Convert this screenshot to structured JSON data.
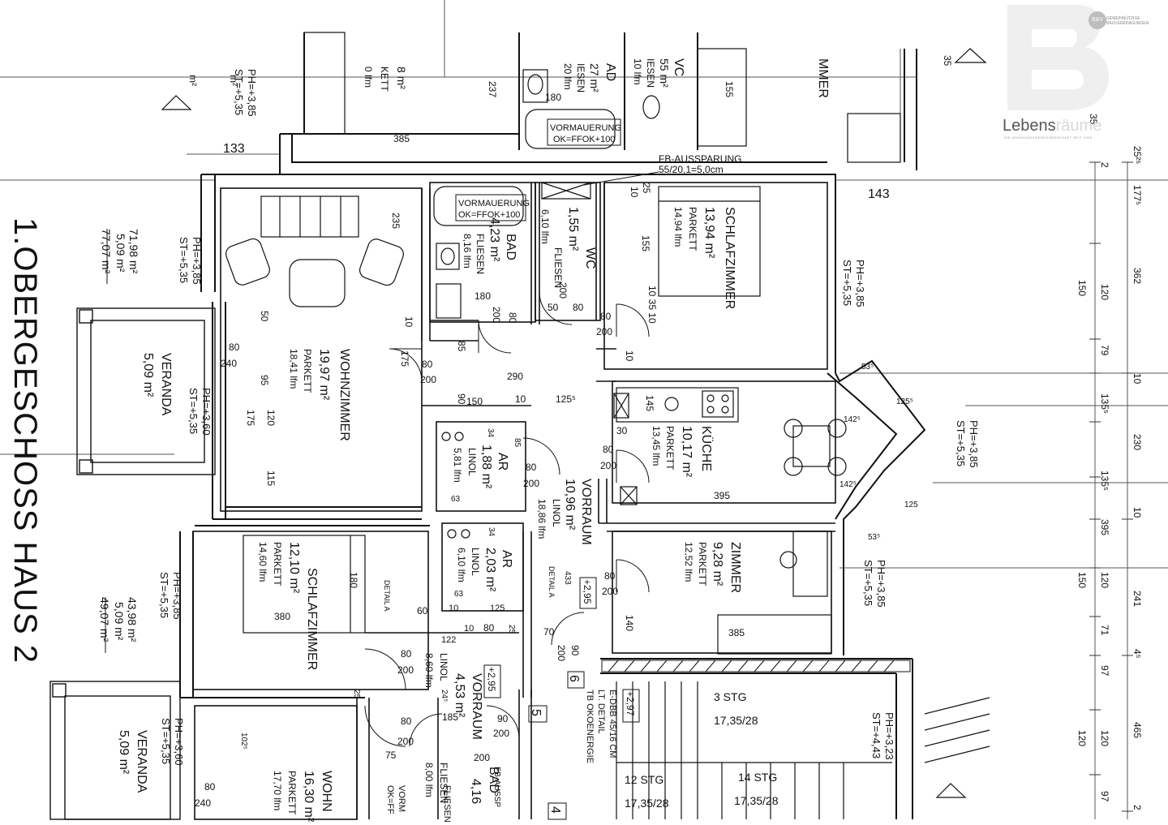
{
  "sheet": {
    "title": "1.OBERGESCHOSS HAUS 2",
    "logo": {
      "name_a": "Lebens",
      "name_b": "räume",
      "tagline": "DIE WOHNUNGSGENOSSENSCHAFT SEIT 1909",
      "org_line1": "GEMEINNÜTZIGE",
      "org_line2": "BAUVEREINIGUNGEN",
      "amp": "B&V"
    }
  },
  "rooms": [
    {
      "id": "wohnzimmer",
      "name": "WOHNZIMMER",
      "area": "19,97 m²",
      "floor": "PARKETT",
      "lfm": "18,41 lfm"
    },
    {
      "id": "schlafzimmer-top",
      "name": "SCHLAFZIMMER",
      "area": "13,94 m²",
      "floor": "PARKETT",
      "lfm": "14,94 lfm"
    },
    {
      "id": "bad-top",
      "name": "BAD",
      "area": "4,23 m²",
      "floor": "FLIESEN",
      "lfm": "8,16 lfm"
    },
    {
      "id": "wc",
      "name": "WC",
      "area": "1,55 m²",
      "floor": "FLIESEN",
      "lfm": "6,10 lfm"
    },
    {
      "id": "kueche",
      "name": "KÜCHE",
      "area": "10,17 m²",
      "floor": "PARKETT",
      "lfm": "13,45 lfm"
    },
    {
      "id": "ar-top",
      "name": "AR",
      "area": "1,88 m²",
      "floor": "LINOL",
      "lfm": "5,81 lfm"
    },
    {
      "id": "vorraum",
      "name": "VORRAUM",
      "area": "10,96 m²",
      "floor": "LINOL",
      "lfm": "18,86 lfm"
    },
    {
      "id": "zimmer",
      "name": "ZIMMER",
      "area": "9,28 m²",
      "floor": "PARKETT",
      "lfm": "12,52 lfm"
    },
    {
      "id": "schlafzimmer-bottom",
      "name": "SCHLAFZIMMER",
      "area": "12,10 m²",
      "floor": "PARKETT",
      "lfm": "14,60 lfm"
    },
    {
      "id": "ar-bottom",
      "name": "AR",
      "area": "2,03 m²",
      "floor": "LINOL",
      "lfm": "6,10 lfm"
    },
    {
      "id": "vorraum-bottom",
      "name": "VORRAUM",
      "area": "4,53 m²",
      "floor": "LINOL",
      "lfm": "8,60 lfm"
    },
    {
      "id": "veranda-top",
      "name": "VERANDA",
      "area": "5,09 m²"
    },
    {
      "id": "veranda-bottom",
      "name": "VERANDA",
      "area": "5,09 m²"
    },
    {
      "id": "wohn-bottom",
      "name": "WOHN",
      "area": "16,30 m²",
      "floor": "PARKETT",
      "lfm": "17,70 lfm"
    },
    {
      "id": "bad-bottom",
      "name": "BAD",
      "area": "4,16",
      "floor": "FLIESEN",
      "lfm": "8,00 lfm"
    }
  ],
  "top_partial": {
    "zimmer_area": "8 m²",
    "parkett": "KETT",
    "lfm": "0 lfm",
    "ad": "AD",
    "ad_area": "27 m²",
    "fliesen": "IESEN",
    "fliesen_lfm": "20 lfm",
    "wc": "VC",
    "wc_area": "55 m²",
    "wc_fliesen": "IESEN",
    "wc_lfm": "10 lfm",
    "mmer": "MMER",
    "m2": "m²"
  },
  "notes": {
    "vormauerung": "VORMAUERUNG",
    "vormauerung_ok": "OK=FFOK+100",
    "fb_aussparung": "FB-AUSSPARUNG",
    "fb_dim": "55/20,1=5,0cm",
    "detail": "DETAIL A",
    "e_dbb": "E-DBB 45/16 CM",
    "lt_detail": "LT. DETAIL",
    "tb_energie": "TB OKOENERGIE",
    "stg3": "3 STG",
    "stg3_dim": "17,35/28",
    "stg12": "12 STG",
    "stg12_dim": "17,35/28",
    "stg14": "14 STG",
    "stg14_dim": "17,35/28",
    "lvl_a": "+2,95",
    "lvl_b": "+2,95",
    "lvl_c": "+2,97",
    "apt5": "5",
    "apt6": "6",
    "apt4": "4",
    "fb_ausspa": "FB-AUSSP",
    "vorm": "VORM",
    "okff": "OK=FF",
    "fliesen_b": "FLIESEN"
  },
  "ph_labels": [
    {
      "ph": "PH=+3,85",
      "st": "ST=+5,35"
    },
    {
      "ph": "PH=+3,85",
      "st": "ST=+5,35"
    },
    {
      "ph": "PH=+3,60",
      "st": "ST=+5,35"
    },
    {
      "ph": "PH=+3,85",
      "st": "ST=+5,35"
    },
    {
      "ph": "PH=+3,85",
      "st": "ST=+5,35"
    },
    {
      "ph": "PH=+3,85",
      "st": "ST=+5,35"
    },
    {
      "ph": "PH=+3,85",
      "st": "ST=+5,35"
    },
    {
      "ph": "PH=+3,60",
      "st": "ST=+5,35"
    },
    {
      "ph": "PH=+3,23",
      "st": "ST=+4,43"
    }
  ],
  "area_sums": [
    {
      "a": "71,98 m²",
      "b": "5,09 m²",
      "total": "77,07 m²"
    },
    {
      "a": "43,98 m²",
      "b": "5,09 m²",
      "total": "49,07 m²"
    }
  ],
  "dims": {
    "d133": "133",
    "d385a": "385",
    "d237": "237",
    "d180a": "180",
    "d155a": "155",
    "d143": "143",
    "d235": "235",
    "d50a": "50",
    "d80a": "80",
    "d240a": "240",
    "d95": "95",
    "d120a": "120",
    "d175a": "175",
    "d115": "115",
    "d10a": "10",
    "d175b": "175",
    "d80b": "80",
    "d200a": "200",
    "d85": "85",
    "d90a": "90",
    "d150a": "150",
    "d10b": "10",
    "d125a": "125⁵",
    "d290": "290",
    "d180b": "180",
    "d200b": "200",
    "d80c": "80",
    "d50b": "50",
    "d80d": "80",
    "d200c": "200",
    "d80e": "80",
    "d200d": "200",
    "d10c": "10",
    "d155b": "155",
    "d25a": "25",
    "d10d": "10",
    "d35": "10 35 10",
    "d34a": "34",
    "d85b": "85",
    "d63a": "63",
    "d80f": "80",
    "d200e": "200",
    "d30": "30",
    "d80g": "80",
    "d200f": "200",
    "d395": "395",
    "d145": "145",
    "d45": "4⁵",
    "d10e": "10",
    "d535a": "53⁵",
    "d1255": "125⁵",
    "d1425": "142⁵",
    "d1425b": "142⁵",
    "d125b": "125",
    "d535b": "53⁵",
    "d80h": "80",
    "d200g": "200",
    "d140": "140",
    "d385b": "385",
    "d180c": "180",
    "d380": "380",
    "d60": "60",
    "d34b": "34",
    "d63b": "63",
    "d10f": "10",
    "d125c": "125",
    "d122": "122",
    "d10g": "10",
    "d80i": "80",
    "d25b": "25",
    "d70": "70",
    "d90b": "90",
    "d200h": "200",
    "d80j": "80",
    "d200i": "200",
    "d25c": "25",
    "d245": "24⁵",
    "d80k": "80",
    "d200j": "200",
    "d185": "185",
    "d90c": "90",
    "d200k": "200",
    "d1025": "102⁵",
    "d75": "75",
    "d80l": "80",
    "d240b": "240",
    "d433": "433",
    "d200l": "200",
    "d2525": "25²⁵",
    "d1775": "177⁵",
    "d2": "2",
    "d362": "362",
    "d150b": "150",
    "d120b": "120",
    "d79": "79",
    "d10h": "10",
    "d1355a": "135⁵",
    "d230": "230",
    "d1355b": "135⁵",
    "d10i": "10",
    "d3955": "395",
    "d241": "241",
    "d150c": "150",
    "d120c": "120",
    "d71": "71",
    "d97a": "97",
    "d4": "4",
    "d405": "4⁵",
    "d120d": "120",
    "d120e": "120",
    "d465": "465",
    "d97b": "97",
    "d22": "2",
    "d35b": "35",
    "d35c": "35"
  }
}
